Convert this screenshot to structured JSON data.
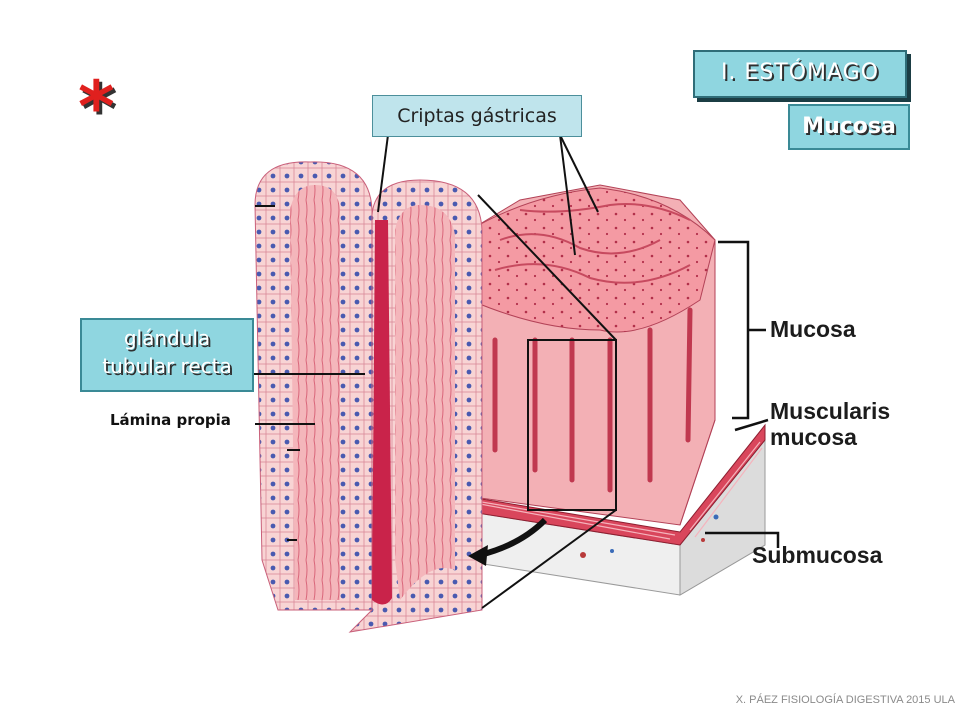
{
  "title": {
    "text": "I. ESTÓMAGO"
  },
  "subtitle": {
    "text": "Mucosa"
  },
  "asterisk": "*",
  "labels": {
    "criptas": "Criptas gástricas",
    "glandula_line1": "glándula",
    "glandula_line2": "tubular recta",
    "lamina": "Lámina propia",
    "mucosa": "Mucosa",
    "muscularis_line1": "Muscularis",
    "muscularis_line2": "mucosa",
    "submucosa": "Submucosa"
  },
  "footer": "X. PÁEZ   FISIOLOGÍA DIGESTIVA 2015 ULA",
  "colors": {
    "box_fill": "#8fd6e0",
    "tissue_pink": "#f2a3a9",
    "tissue_dark": "#c8485a",
    "submucosa_gray": "#e8e8e8",
    "asterisk_red": "#e0201e"
  }
}
